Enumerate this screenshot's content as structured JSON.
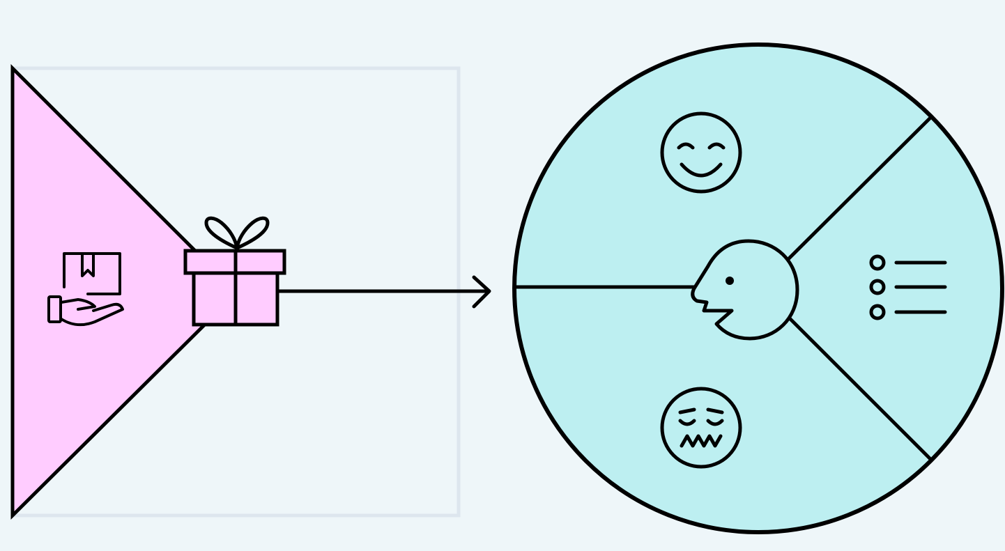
{
  "colors": {
    "background": "#eef6f9",
    "frame": "#dde6ee",
    "triangle_fill": "#ffccff",
    "gift_fill": "#ffccff",
    "circle_fill": "#bdeff1",
    "stroke": "#000000"
  },
  "diagram": {
    "left_panel": {
      "funnel_shape": "triangle",
      "icons": [
        "hand-holding-box-icon",
        "gift-box-icon"
      ]
    },
    "connector": "arrow-right",
    "right_panel": {
      "shape": "circle-divided-into-four-sectors",
      "center_icon": "speaking-head-icon",
      "sector_icons": [
        "smiling-face-icon",
        "list-icon",
        "angry-face-icon"
      ]
    }
  }
}
